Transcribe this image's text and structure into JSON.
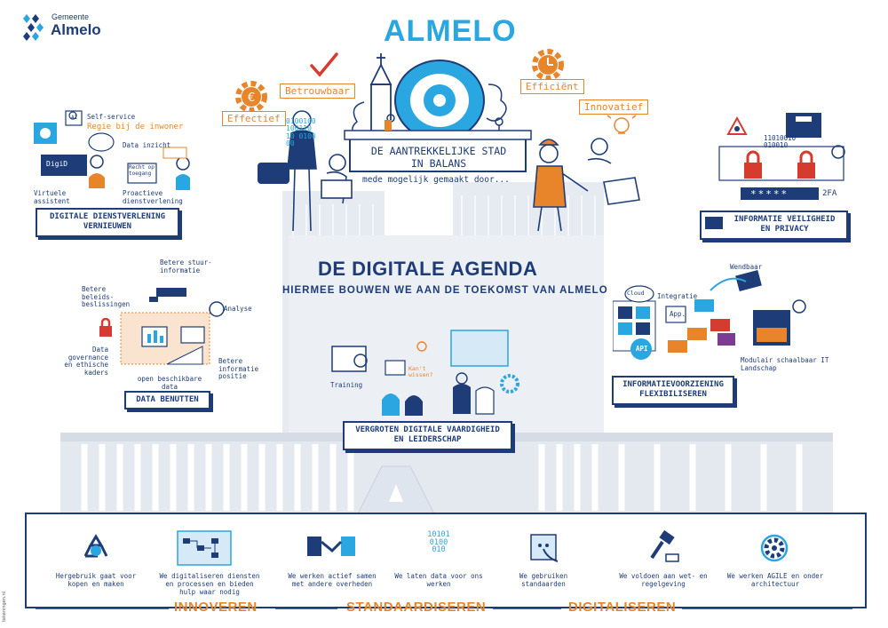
{
  "logo": {
    "top": "Gemeente",
    "name": "Almelo"
  },
  "city_title": "ALMELO",
  "values": {
    "effectief": "Effectief",
    "betrouwbaar": "Betrouwbaar",
    "efficient": "Efficiënt",
    "innovatief": "Innovatief"
  },
  "banner": {
    "line1": "DE AANTREKKELIJKE STAD",
    "line2": "IN BALANS",
    "subtitle": "mede mogelijk gemaakt door..."
  },
  "binary_left": [
    "0100100",
    "100110",
    "10 0100",
    "00"
  ],
  "binary_right": [
    "11010010",
    "010010"
  ],
  "agenda": {
    "title": "DE DIGITALE AGENDA",
    "subtitle": "HIERMEE BOUWEN WE AAN DE TOEKOMST VAN ALMELO"
  },
  "dienst": {
    "selfservice": "Self-service",
    "regie": "Regie bij de inwoner",
    "data_inzicht": "Data inzicht",
    "recht_op_toegang": "Recht op toegang",
    "virtuele": "Virtuele assistent",
    "proactieve": "Proactieve dienstverlening",
    "title_line1": "DIGITALE DIENSTVERLENING",
    "title_line2": "VERNIEUWEN",
    "ai": "AI",
    "screen": "DigiD"
  },
  "veiligheid": {
    "title_line1": "INFORMATIE VEILIGHEID",
    "title_line2": "EN PRIVACY",
    "password": "*****",
    "twofa": "2FA"
  },
  "data": {
    "sturing": "Betere stuur-informatie",
    "besluiten": "Betere beleids-beslissingen",
    "analyse": "Analyse",
    "governance": "Data governance en ethische kaders",
    "positie": "Betere informatie positie",
    "open": "open beschikbare data",
    "title": "DATA BENUTTEN"
  },
  "info": {
    "wendbaar": "Wendbaar",
    "cloud": "Cloud",
    "integratie": "Integratie",
    "app": "App.",
    "api": "API",
    "modulair": "Modulair schaalbaar IT Landschap",
    "title_line1": "INFORMATIEVOORZIENING",
    "title_line2": "FLEXIBILISEREN"
  },
  "vaardigheid": {
    "training": "Training",
    "kan_ik_wissen": "Kan't wissen?",
    "title_line1": "VERGROTEN DIGITALE VAARDIGHEID",
    "title_line2": "EN LEIDERSCHAP"
  },
  "bottom_items": [
    {
      "text": "Hergebruik gaat voor kopen en maken"
    },
    {
      "text": "We digitaliseren diensten en processen en bieden hulp waar nodig"
    },
    {
      "text": "We werken actief samen met andere overheden"
    },
    {
      "text": "We laten data voor ons werken"
    },
    {
      "text": "We gebruiken standaarden"
    },
    {
      "text": "We voldoen aan wet- en regelgeving"
    },
    {
      "text": "We werken AGILE en onder architectuur"
    }
  ],
  "bottom_binary": [
    "10101",
    "0100",
    "010"
  ],
  "categories": {
    "innoveren": "INNOVEREN",
    "standaardiseren": "STANDAARDISEREN",
    "digitaliseren": "DIGITALISEREN"
  },
  "credit": "tekeningen.nl",
  "colors": {
    "navy": "#1d3c78",
    "blue": "#2aa6e0",
    "orange": "#e8852a",
    "red": "#d63b2f",
    "grey_building": "#dde3ec"
  }
}
